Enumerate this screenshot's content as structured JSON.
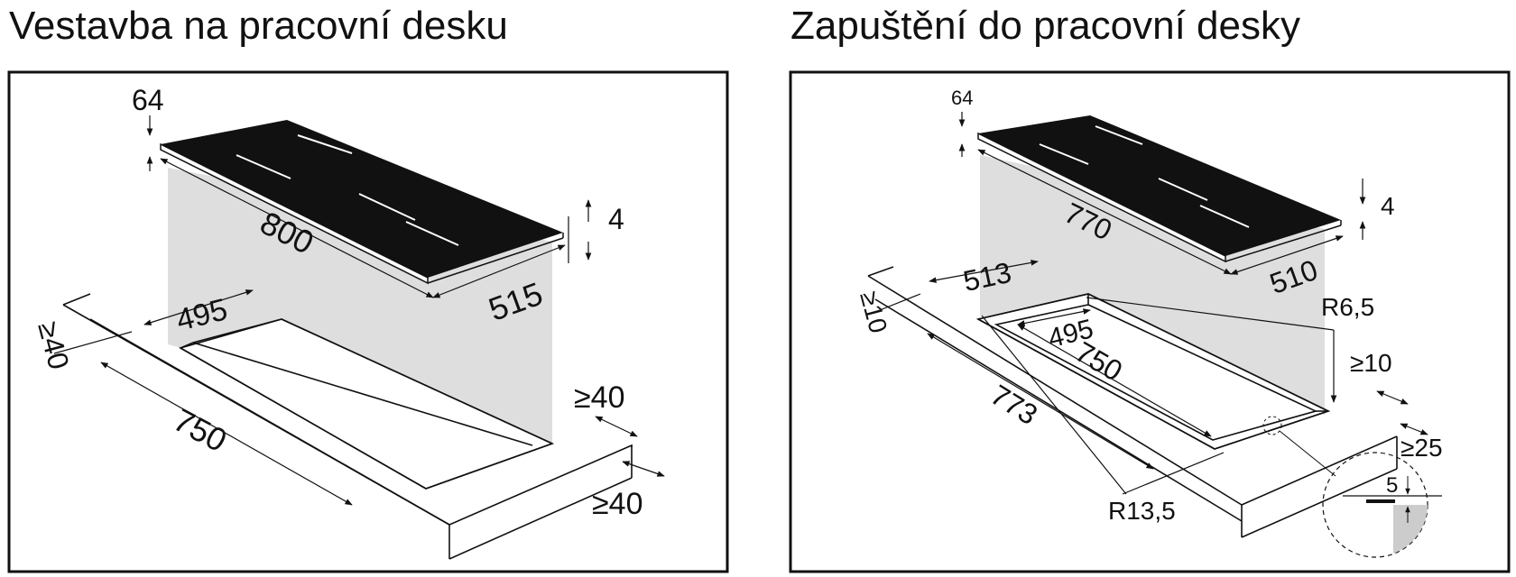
{
  "titles": {
    "left": "Vestavba na pracovní desku",
    "right": "Zapuštění do pracovní desky"
  },
  "left": {
    "dims": {
      "thickness": "64",
      "edge": "4",
      "width": "800",
      "depth": "515",
      "cutout_depth": "495",
      "cutout_width": "750",
      "front_margin": "≥40",
      "rear_margin": "≥40",
      "side_margin": "≥40"
    }
  },
  "right": {
    "dims": {
      "thickness": "64",
      "edge": "4",
      "width": "770",
      "depth": "510",
      "recess_depth": "513",
      "cutout_depth": "495",
      "cutout_width": "750",
      "recess_width": "773",
      "front_margin": "≥10",
      "rear_margin": "≥10",
      "side_margin": "≥25",
      "radius_small": "R6,5",
      "radius_large": "R13,5",
      "detail_depth": "5"
    }
  },
  "colors": {
    "hob_top": "#111111",
    "shade": "#dedede",
    "line": "#111111",
    "detail_fill": "#cccccc"
  }
}
